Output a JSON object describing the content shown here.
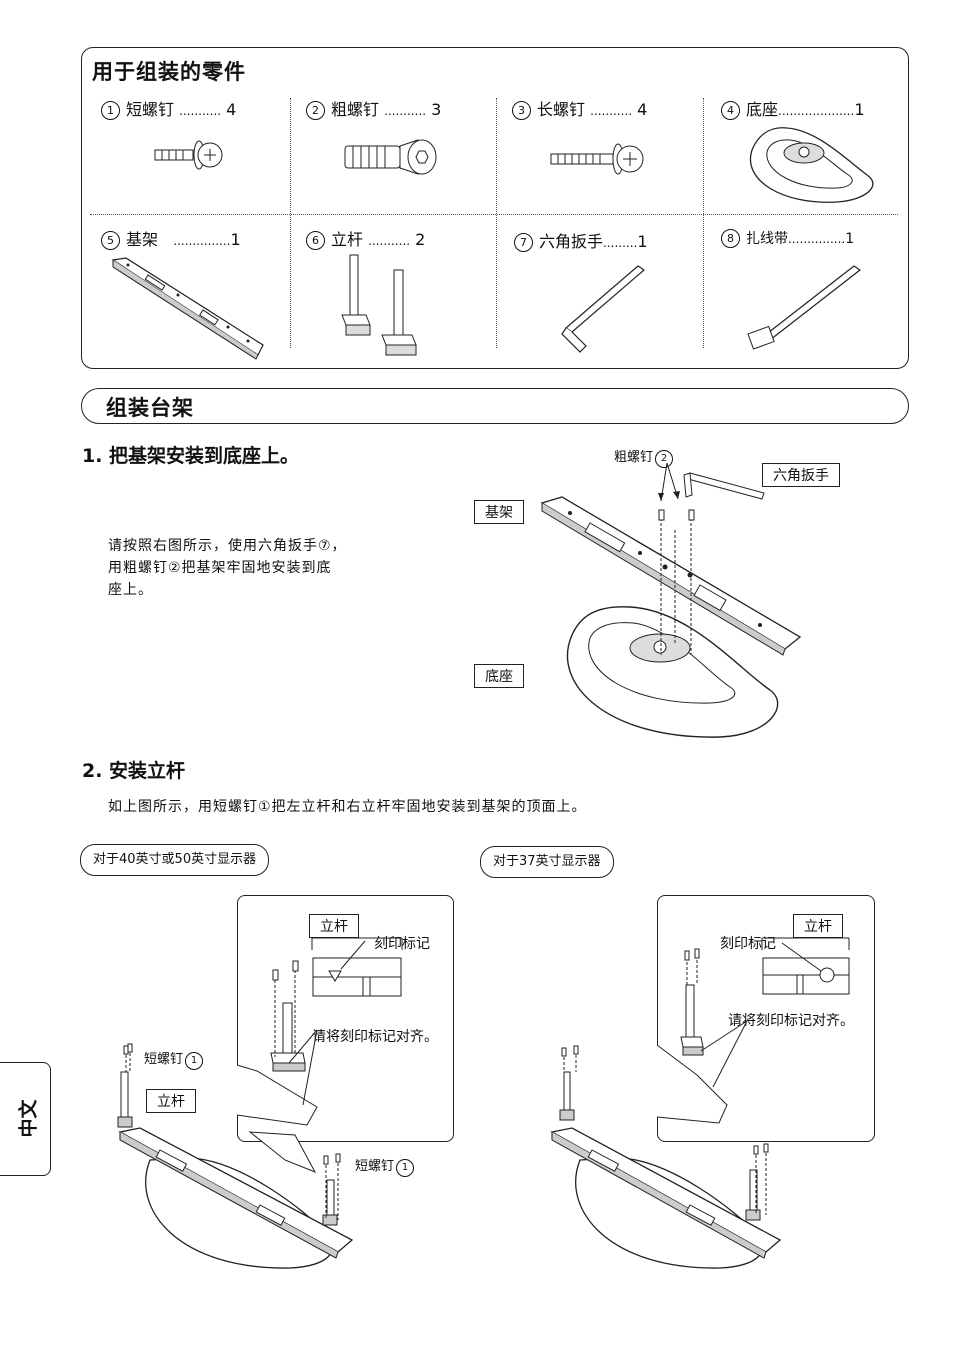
{
  "parts": {
    "title": "用于组装的零件",
    "items": [
      {
        "num": "1",
        "name": "短螺钉",
        "dots": "...........",
        "qty": "4"
      },
      {
        "num": "2",
        "name": "粗螺钉",
        "dots": "...........",
        "qty": "3"
      },
      {
        "num": "3",
        "name": "长螺钉",
        "dots": "...........",
        "qty": "4"
      },
      {
        "num": "4",
        "name": "底座",
        "dots": "....................",
        "qty": "1"
      },
      {
        "num": "5",
        "name": "基架",
        "dots": "...............",
        "qty": "1"
      },
      {
        "num": "6",
        "name": "立杆",
        "dots": "...........",
        "qty": "2"
      },
      {
        "num": "7",
        "name": "六角扳手",
        "dots": ".........",
        "qty": "1"
      },
      {
        "num": "8",
        "name": "扎线带",
        "dots": "...............",
        "qty": "1"
      }
    ]
  },
  "section": {
    "title": "组装台架"
  },
  "step1": {
    "title": "1. 把基架安装到底座上。",
    "text_line1": "请按照右图所示，使用六角扳手⑦，",
    "text_line2": "用粗螺钉②把基架牢固地安装到底",
    "text_line3": "座上。",
    "label_screw": "粗螺钉",
    "label_screw_num": "2",
    "label_wrench": "六角扳手",
    "label_frame": "基架",
    "label_base": "底座"
  },
  "step2": {
    "title": "2. 安装立杆",
    "text": "如上图所示，用短螺钉①把左立杆和右立杆牢固地安装到基架的顶面上。",
    "left": {
      "pill": "对于40英寸或50英寸显示器",
      "pole": "立杆",
      "mark": "刻印标记",
      "align": "请将刻印标记对齐。",
      "screw_a": "短螺钉",
      "screw_b": "短螺钉",
      "screw_num": "1",
      "pole2": "立杆"
    },
    "right": {
      "pill": "对于37英寸显示器",
      "pole": "立杆",
      "mark": "刻印标记",
      "align": "请将刻印标记对齐。"
    }
  },
  "sidetab": "中文"
}
